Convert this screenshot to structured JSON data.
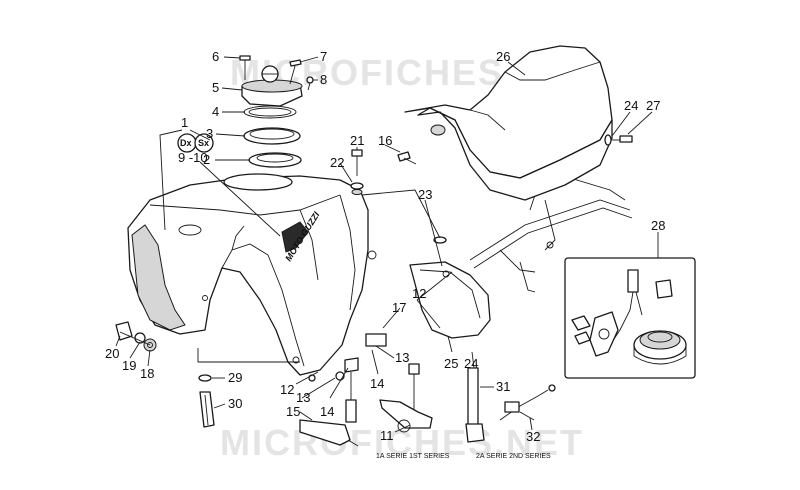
{
  "watermark": "MICROFICHES.NET",
  "callouts": {
    "c1": "1",
    "c2": "2",
    "c3": "3",
    "c4": "4",
    "c5": "5",
    "c6": "6",
    "c7": "7",
    "c8": "8",
    "c9_10": "9 -10",
    "c11": "11",
    "c12a": "12",
    "c12b": "12",
    "c13a": "13",
    "c13b": "13",
    "c14a": "14",
    "c14b": "14",
    "c15": "15",
    "c16": "16",
    "c17": "17",
    "c18": "18",
    "c19": "19",
    "c20": "20",
    "c21": "21",
    "c22": "22",
    "c23": "23",
    "c24a": "24",
    "c24b": "24",
    "c25": "25",
    "c26": "26",
    "c27": "27",
    "c28": "28",
    "c29": "29",
    "c30": "30",
    "c31": "31",
    "c32": "32"
  },
  "badges": {
    "dx": "Dx",
    "sx": "Sx"
  },
  "tank_brand": "MOTO GUZZI",
  "series_captions": {
    "first": "1A SERIE   1ST SERIES",
    "second": "2A SERIE   2ND SERIES"
  }
}
